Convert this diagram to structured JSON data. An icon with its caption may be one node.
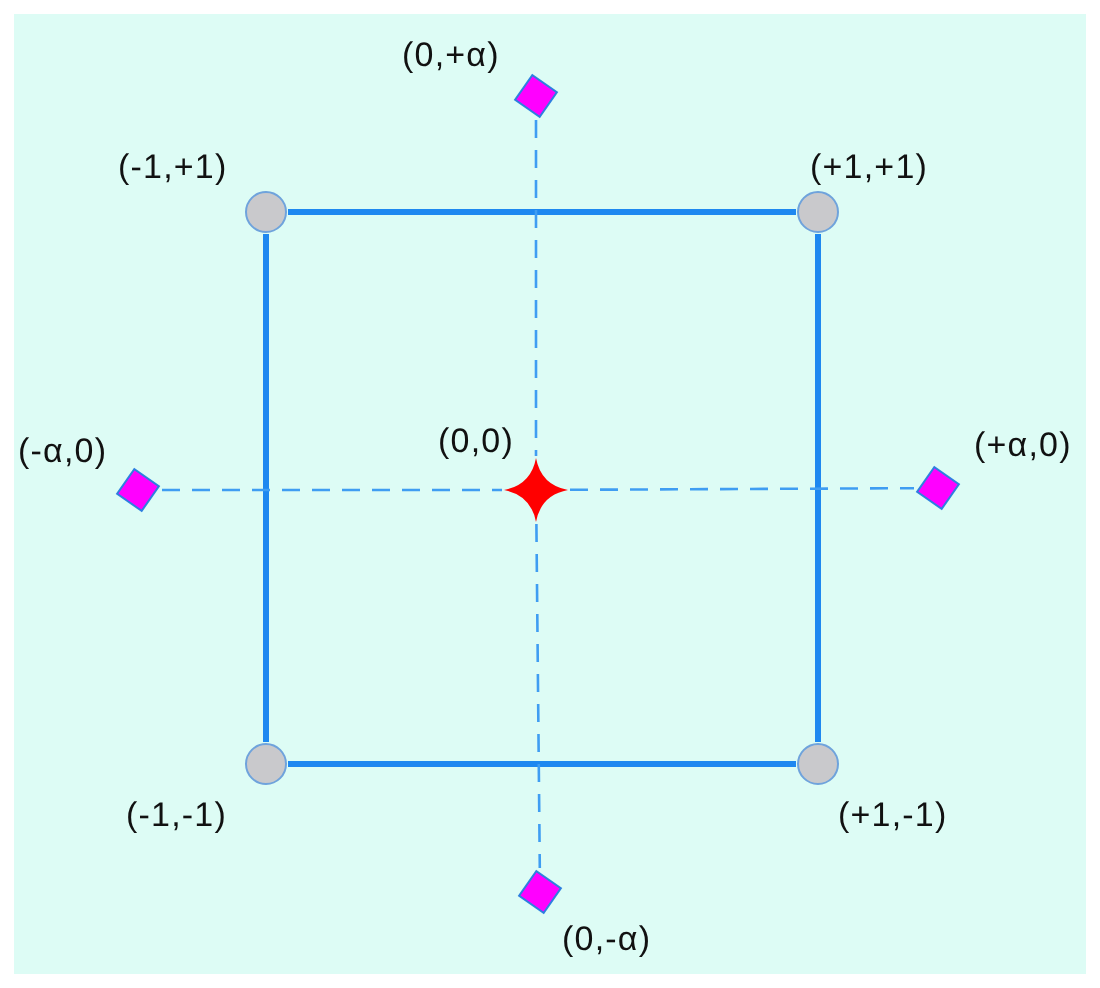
{
  "diagram": {
    "nodes": [
      {
        "text": [],
        "shape": "box",
        "beside": [
          "(0,+α)"
        ]
      },
      {
        "text": [],
        "shape": "circle",
        "beside": [
          "(-1,+1)"
        ]
      },
      {
        "text": [],
        "shape": "circle",
        "beside": [
          "(+1,+1)"
        ]
      },
      {
        "text": [],
        "shape": "box",
        "beside": [
          "(-α,0)"
        ]
      },
      {
        "text": [],
        "shape": "star",
        "beside": [
          "(0,0)"
        ]
      },
      {
        "text": [],
        "shape": "box",
        "beside": [
          "(+α,0)"
        ]
      },
      {
        "text": [],
        "shape": "circle",
        "beside": [
          "(-1,-1)"
        ]
      },
      {
        "text": [],
        "shape": "circle",
        "beside": [
          "(+1,-1)"
        ]
      },
      {
        "text": [],
        "shape": "box",
        "beside": [
          "(0,-α)"
        ]
      }
    ],
    "edges": [
      {
        "from": 1,
        "to": 2,
        "arrow": "none",
        "style": "thick"
      },
      {
        "from": 2,
        "to": 7,
        "arrow": "none",
        "style": "thick"
      },
      {
        "from": 7,
        "to": 6,
        "arrow": "none",
        "style": "thick"
      },
      {
        "from": 6,
        "to": 1,
        "arrow": "none",
        "style": "thick"
      },
      {
        "from": 0,
        "to": 4,
        "arrow": "none",
        "style": "dashed"
      },
      {
        "from": 4,
        "to": 8,
        "arrow": "none",
        "style": "dashed"
      },
      {
        "from": 3,
        "to": 4,
        "arrow": "none",
        "style": "dashed"
      },
      {
        "from": 4,
        "to": 5,
        "arrow": "none",
        "style": "dashed"
      }
    ]
  }
}
